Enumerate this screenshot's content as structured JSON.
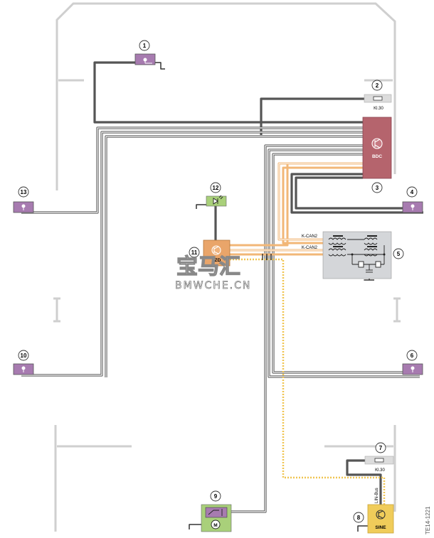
{
  "watermark": {
    "cn": "宝马汇",
    "en": "BMWCHE.CN"
  },
  "document_id": "TE14-1221",
  "components": [
    {
      "num": "1"
    },
    {
      "num": "2",
      "label": "Kl.30"
    },
    {
      "num": "3",
      "label": "BDC"
    },
    {
      "num": "4"
    },
    {
      "num": "5"
    },
    {
      "num": "6"
    },
    {
      "num": "7",
      "label": "Kl.30"
    },
    {
      "num": "8",
      "label": "SINE"
    },
    {
      "num": "9"
    },
    {
      "num": "10"
    },
    {
      "num": "11",
      "label": "FZD"
    },
    {
      "num": "12"
    },
    {
      "num": "13"
    }
  ],
  "bus_labels": {
    "kcan_top": "K-CAN2",
    "kcan_bottom": "K-CAN2",
    "lin": "LIN-Bus"
  },
  "motor_symbol": "M",
  "colors": {
    "wire": "#555555",
    "bdc": "#b5646d",
    "sensor": "#a77bb0",
    "fzd": "#e9a56a",
    "sine": "#f0cc5a",
    "led": "#a9d07a",
    "motor": "#a9d07a",
    "gateway_box": "#d4d6d9",
    "fuse": "#dcdcdc",
    "can_bus": "#f2b777",
    "lin_bus": "#f5d26a",
    "outline": "#cccccc"
  }
}
